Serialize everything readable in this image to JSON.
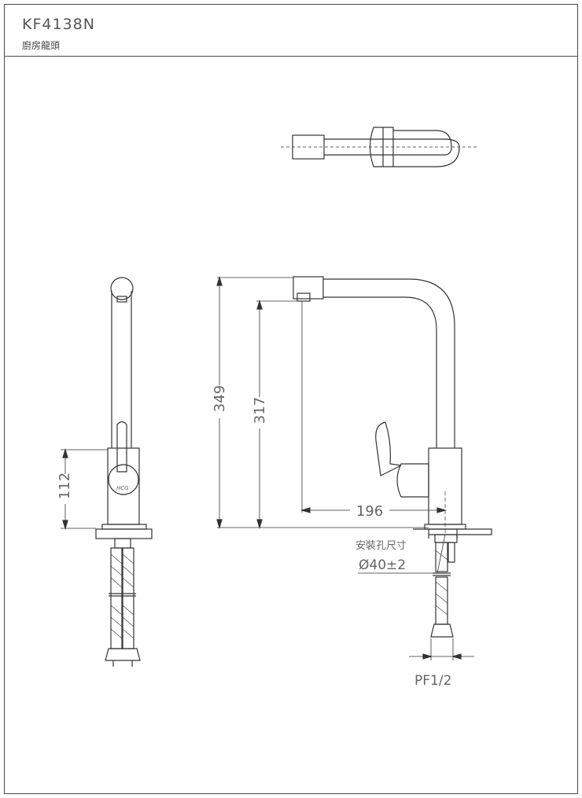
{
  "header": {
    "model": "KF4138N",
    "subtitle": "廚房龍頭"
  },
  "dimensions": {
    "total_height": "349",
    "spout_height": "317",
    "spout_reach": "196",
    "handle_height": "112",
    "install_hole_label": "安裝孔尺寸",
    "install_hole_size": "Ø40±2",
    "thread": "PF1/2"
  },
  "logo_text": "HCG"
}
